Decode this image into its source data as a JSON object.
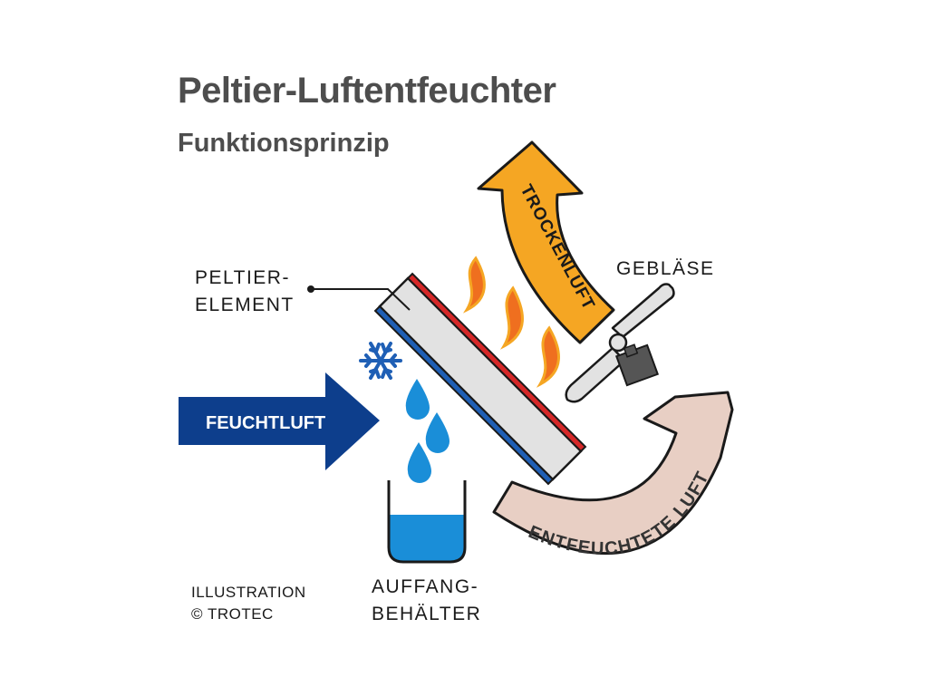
{
  "header": {
    "title": "Peltier-Luftentfeuchter",
    "subtitle": "Funktionsprinzip"
  },
  "labels": {
    "peltier_line1": "PELTIER-",
    "peltier_line2": "ELEMENT",
    "geblaese": "GEBLÄSE",
    "auffang_line1": "AUFFANG-",
    "auffang_line2": "BEHÄLTER"
  },
  "arrows": {
    "feuchtluft": "FEUCHTLUFT",
    "trockenluft": "TROCKENLUFT",
    "entfeuchtete": "ENTFEUCHTETE LUFT"
  },
  "credit": {
    "line1": "ILLUSTRATION",
    "line2": "© TROTEC"
  },
  "colors": {
    "humid_arrow": "#0d3e8c",
    "dry_arrow": "#f5a623",
    "dehumidified_arrow": "#e8cfc4",
    "hot_side": "#d62828",
    "cold_side": "#1f5fb5",
    "water": "#1a8ed8",
    "text": "#4d4d4d"
  }
}
